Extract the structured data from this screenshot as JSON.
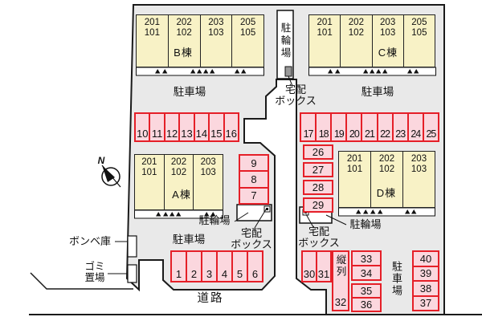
{
  "colors": {
    "site": "#e9e9e9",
    "building": "#f8f2c6",
    "space_fill": "#fbd7de",
    "space_border": "#e51f28"
  },
  "compass_label": "N",
  "buildings": [
    {
      "name": "B棟",
      "units": [
        "201\n101",
        "202\n102",
        "203\n103",
        "205\n105"
      ]
    },
    {
      "name": "C棟",
      "units": [
        "201\n101",
        "202\n102",
        "203\n103",
        "205\n105"
      ]
    },
    {
      "name": "A棟",
      "units": [
        "201\n101",
        "202\n102",
        "203\n103"
      ]
    },
    {
      "name": "D棟",
      "units": [
        "201\n101",
        "202\n102",
        "203\n103"
      ]
    }
  ],
  "parking": {
    "row_b": [
      "10",
      "11",
      "12",
      "13",
      "14",
      "15",
      "16"
    ],
    "row_c": [
      "17",
      "18",
      "19",
      "20",
      "21",
      "22",
      "23",
      "24",
      "25"
    ],
    "col_left_mid": [
      "9",
      "8",
      "7"
    ],
    "col_right_mid": [
      "26",
      "27",
      "28",
      "29"
    ],
    "row_bottom_left": [
      "1",
      "2",
      "3",
      "4",
      "5",
      "6"
    ],
    "row_bottom_right": [
      "30",
      "31"
    ],
    "tandem_label": "縦列",
    "tandem_space": "32",
    "col_bottom_mid_upper": [
      "33",
      "34"
    ],
    "col_bottom_mid_lower": [
      "35",
      "36"
    ],
    "col_bottom_right": [
      "40",
      "39",
      "38",
      "37"
    ]
  },
  "labels": {
    "parking_lot": "駐車場",
    "bicycle": "駐輪場",
    "delivery_box": "宅配\nボックス",
    "gas_storage": "ボンベ庫",
    "garbage": "ゴミ\n置場",
    "road": "道路"
  }
}
